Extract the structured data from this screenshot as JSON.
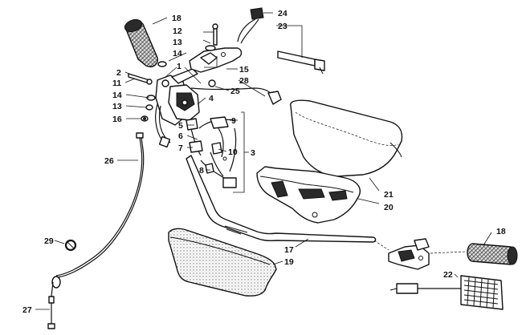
{
  "callouts": {
    "c1": "1",
    "c2": "2",
    "c3": "3",
    "c4": "4",
    "c5": "5",
    "c6": "6",
    "c7": "7",
    "c8": "8",
    "c9": "9",
    "c10": "10",
    "c11": "11",
    "c12": "12",
    "c13a": "13",
    "c13b": "13",
    "c14a": "14",
    "c14b": "14",
    "c15": "15",
    "c16": "16",
    "c17": "17",
    "c18a": "18",
    "c18b": "18",
    "c19": "19",
    "c20": "20",
    "c21": "21",
    "c22": "22",
    "c23": "23",
    "c24": "24",
    "c25": "25",
    "c26": "26",
    "c27": "27",
    "c28": "28",
    "c29": "29"
  }
}
